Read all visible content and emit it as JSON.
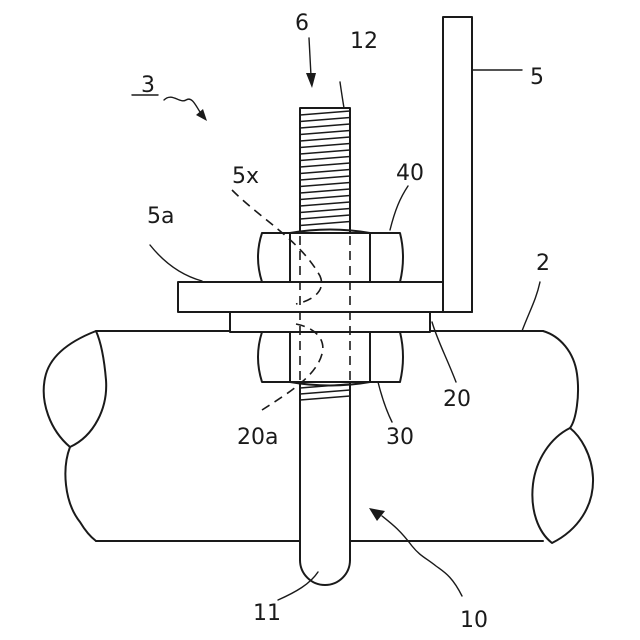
{
  "labels": {
    "ref_2": "2",
    "ref_3": "3",
    "ref_5": "5",
    "ref_5a": "5a",
    "ref_5x": "5x",
    "ref_6": "6",
    "ref_10": "10",
    "ref_11": "11",
    "ref_12": "12",
    "ref_20": "20",
    "ref_20a": "20a",
    "ref_30": "30",
    "ref_40": "40"
  }
}
